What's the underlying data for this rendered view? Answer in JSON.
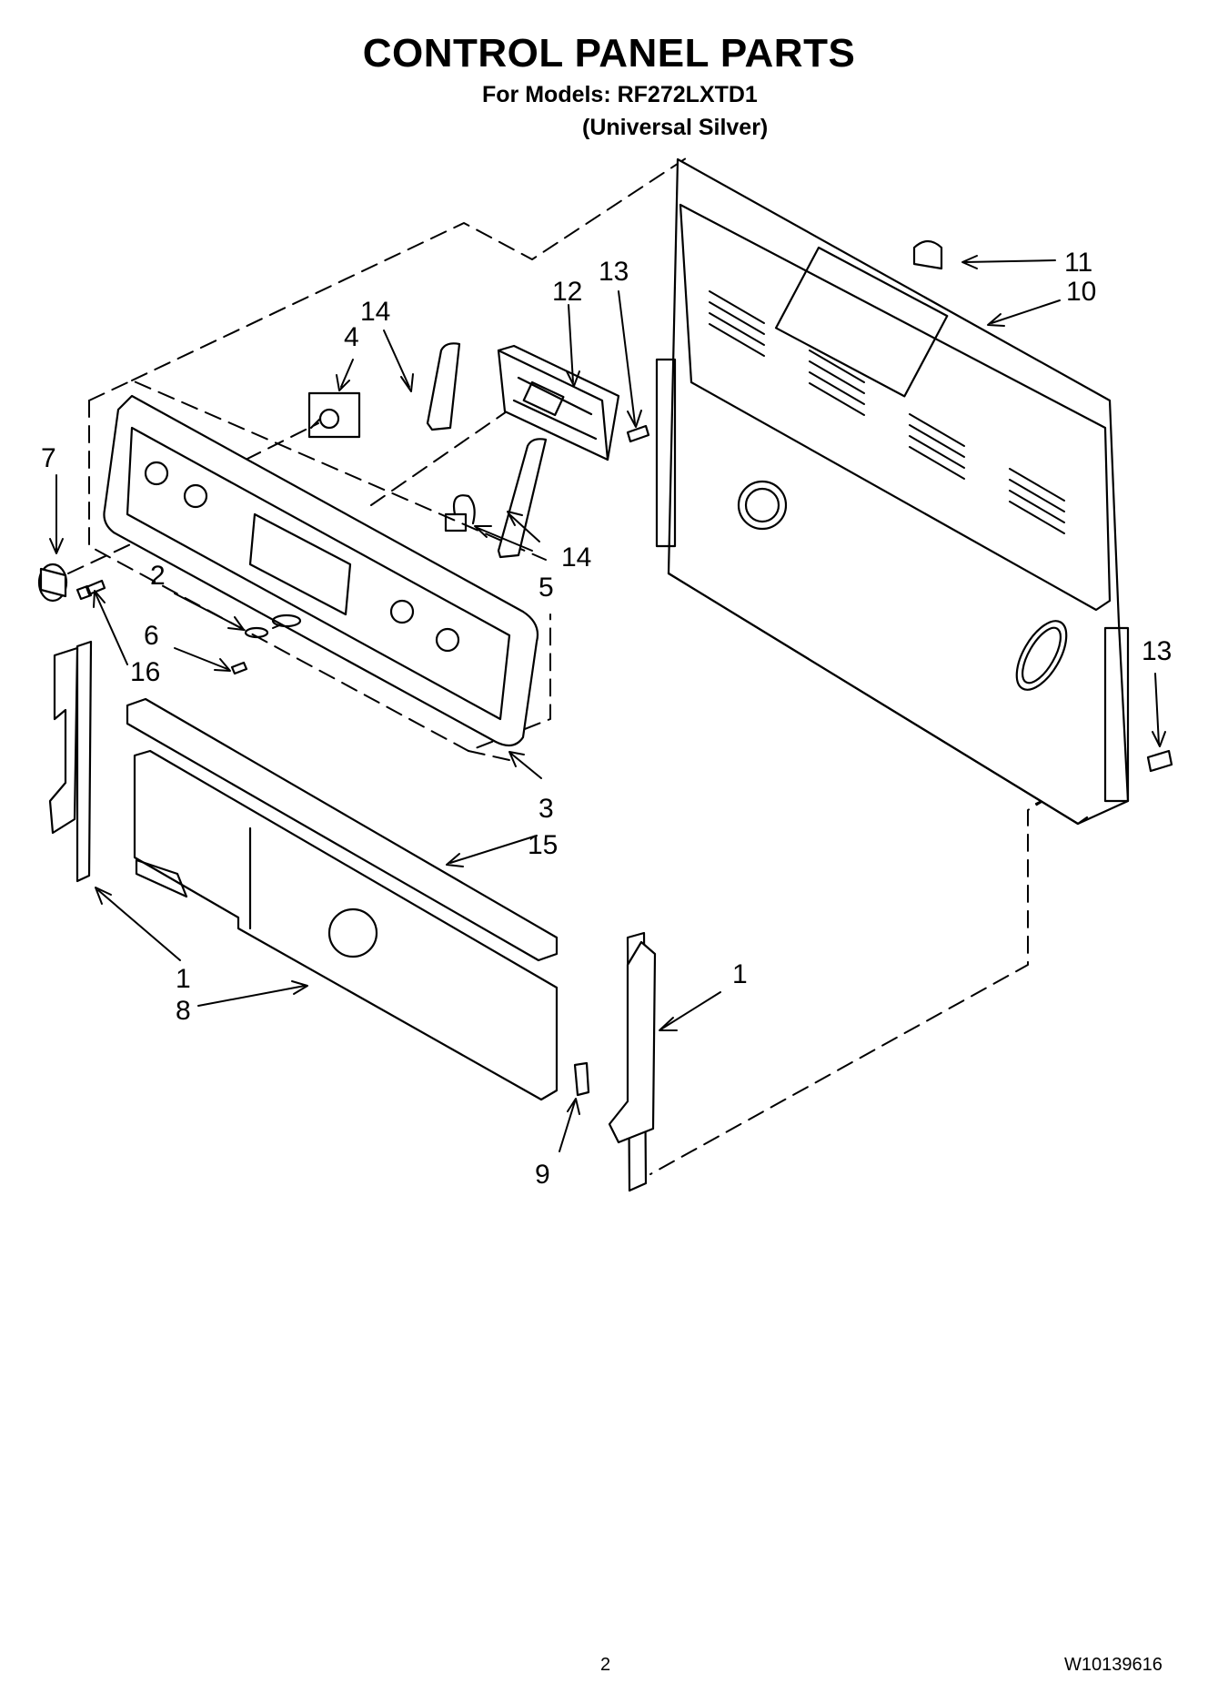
{
  "header": {
    "title": "CONTROL PANEL PARTS",
    "models_line": "For Models: RF272LXTD1",
    "color_line": "(Universal Silver)"
  },
  "callouts": {
    "c1a": "1",
    "c1b": "1",
    "c2": "2",
    "c3": "3",
    "c4": "4",
    "c5": "5",
    "c6": "6",
    "c7": "7",
    "c8": "8",
    "c9": "9",
    "c10": "10",
    "c11": "11",
    "c12": "12",
    "c13a": "13",
    "c13b": "13",
    "c14a": "14",
    "c14b": "14",
    "c15": "15",
    "c16": "16"
  },
  "footer": {
    "page_number": "2",
    "document_id": "W10139616"
  }
}
